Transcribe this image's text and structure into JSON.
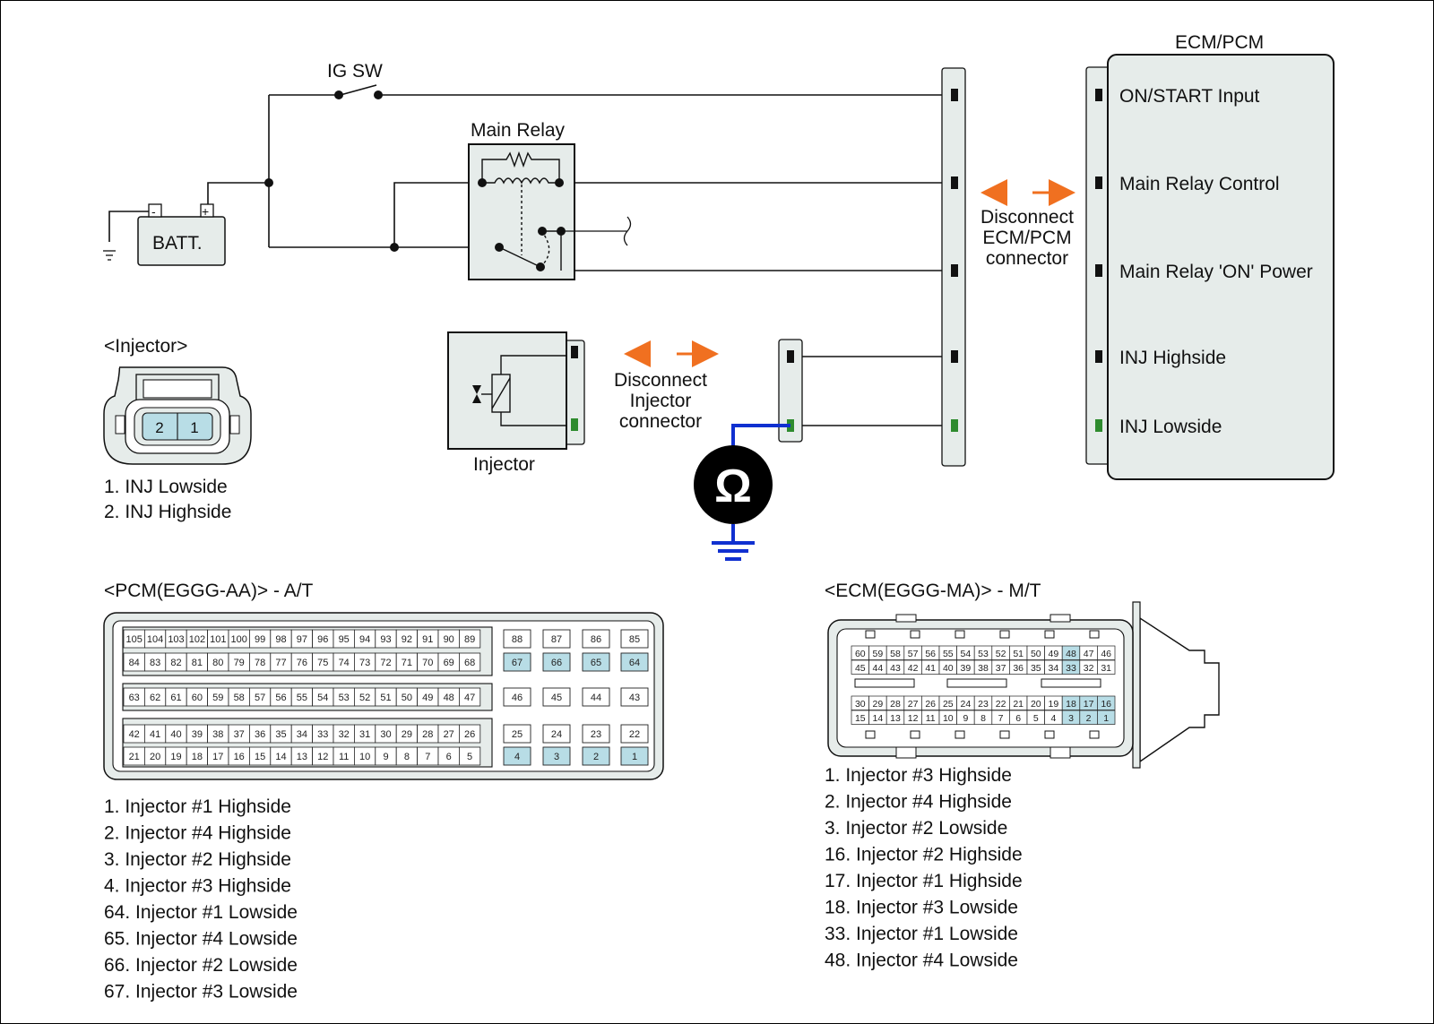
{
  "circuit": {
    "ig_sw": "IG SW",
    "main_relay": "Main Relay",
    "batt": "BATT.",
    "batt_neg": "-",
    "batt_pos": "+",
    "ecm_title": "ECM/PCM",
    "ecm_pins": [
      {
        "label": "ON/START Input",
        "color": "#111111"
      },
      {
        "label": "Main Relay Control",
        "color": "#111111"
      },
      {
        "label": "Main Relay 'ON' Power",
        "color": "#111111"
      },
      {
        "label": "INJ Highside",
        "color": "#111111"
      },
      {
        "label": "INJ Lowside",
        "color": "#2e8b2e"
      }
    ],
    "disconnect_ecm": [
      "Disconnect",
      "ECM/PCM",
      "connector"
    ],
    "disconnect_inj": [
      "Disconnect",
      "Injector",
      "connector"
    ],
    "injector_label": "Injector",
    "ohm_symbol": "Ω"
  },
  "injector_connector": {
    "title": "<Injector>",
    "pin_numbers": [
      "2",
      "1"
    ],
    "legend": [
      {
        "text": "1. INJ Lowside",
        "color": "#2e8b2e"
      },
      {
        "text": "2. INJ Highside",
        "color": "#111111"
      }
    ]
  },
  "pcm": {
    "title": "<PCM(EGGG-AA)> - A/T",
    "row1": [
      "105",
      "104",
      "103",
      "102",
      "101",
      "100",
      "99",
      "98",
      "97",
      "96",
      "95",
      "94",
      "93",
      "92",
      "91",
      "90",
      "89"
    ],
    "row2": [
      "84",
      "83",
      "82",
      "81",
      "80",
      "79",
      "78",
      "77",
      "76",
      "75",
      "74",
      "73",
      "72",
      "71",
      "70",
      "69",
      "68"
    ],
    "row3": [
      "63",
      "62",
      "61",
      "60",
      "59",
      "58",
      "57",
      "56",
      "55",
      "54",
      "53",
      "52",
      "51",
      "50",
      "49",
      "48",
      "47"
    ],
    "row4": [
      "42",
      "41",
      "40",
      "39",
      "38",
      "37",
      "36",
      "35",
      "34",
      "33",
      "32",
      "31",
      "30",
      "29",
      "28",
      "27",
      "26"
    ],
    "row5": [
      "21",
      "20",
      "19",
      "18",
      "17",
      "16",
      "15",
      "14",
      "13",
      "12",
      "11",
      "10",
      "9",
      "8",
      "7",
      "6",
      "5"
    ],
    "side_top": [
      "88",
      "87",
      "86",
      "85"
    ],
    "side_top2": [
      "67",
      "66",
      "65",
      "64"
    ],
    "side_mid": [
      "46",
      "45",
      "44",
      "43"
    ],
    "side_bot": [
      "25",
      "24",
      "23",
      "22"
    ],
    "side_bot2": [
      "4",
      "3",
      "2",
      "1"
    ],
    "highlight": [
      "67",
      "66",
      "65",
      "64",
      "4",
      "3",
      "2",
      "1"
    ],
    "legend": [
      {
        "text": "1. Injector #1 Highside",
        "color": "#111111"
      },
      {
        "text": "2. Injector #4 Highside",
        "color": "#111111"
      },
      {
        "text": "3. Injector #2 Highside",
        "color": "#111111"
      },
      {
        "text": "4. Injector #3 Highside",
        "color": "#111111"
      },
      {
        "text": "64. Injector #1 Lowside",
        "color": "#2e8b2e"
      },
      {
        "text": "65. Injector #4 Lowside",
        "color": "#2e8b2e"
      },
      {
        "text": "66. Injector #2 Lowside",
        "color": "#2e8b2e"
      },
      {
        "text": "67. Injector #3 Lowside",
        "color": "#2e8b2e"
      }
    ]
  },
  "ecm": {
    "title": "<ECM(EGGG-MA)> - M/T",
    "row1": [
      "60",
      "59",
      "58",
      "57",
      "56",
      "55",
      "54",
      "53",
      "52",
      "51",
      "50",
      "49",
      "48",
      "47",
      "46"
    ],
    "row2": [
      "45",
      "44",
      "43",
      "42",
      "41",
      "40",
      "39",
      "38",
      "37",
      "36",
      "35",
      "34",
      "33",
      "32",
      "31"
    ],
    "row3": [
      "30",
      "29",
      "28",
      "27",
      "26",
      "25",
      "24",
      "23",
      "22",
      "21",
      "20",
      "19",
      "18",
      "17",
      "16"
    ],
    "row4": [
      "15",
      "14",
      "13",
      "12",
      "11",
      "10",
      "9",
      "8",
      "7",
      "6",
      "5",
      "4",
      "3",
      "2",
      "1"
    ],
    "highlight": [
      "48",
      "33",
      "18",
      "17",
      "16",
      "3",
      "2",
      "1"
    ],
    "legend": [
      {
        "text": "1. Injector #3 Highside",
        "color": "#111111"
      },
      {
        "text": "2. Injector #4 Highside",
        "color": "#111111"
      },
      {
        "text": "3. Injector #2 Lowside",
        "color": "#2e8b2e"
      },
      {
        "text": "16. Injector #2 Highside",
        "color": "#111111"
      },
      {
        "text": "17. Injector #1 Highside",
        "color": "#111111"
      },
      {
        "text": "18. Injector #3 Lowside",
        "color": "#2e8b2e"
      },
      {
        "text": "33. Injector #1 Lowside",
        "color": "#2e8b2e"
      },
      {
        "text": "48. Injector #4 Lowside",
        "color": "#2e8b2e"
      }
    ]
  },
  "colors": {
    "wire": "#111111",
    "lowside": "#2e8b2e",
    "probe_wire": "#1030d0",
    "arrow": "#f07020",
    "connector_fill": "#e6ecea",
    "pin_highlight": "#b8dde6"
  }
}
